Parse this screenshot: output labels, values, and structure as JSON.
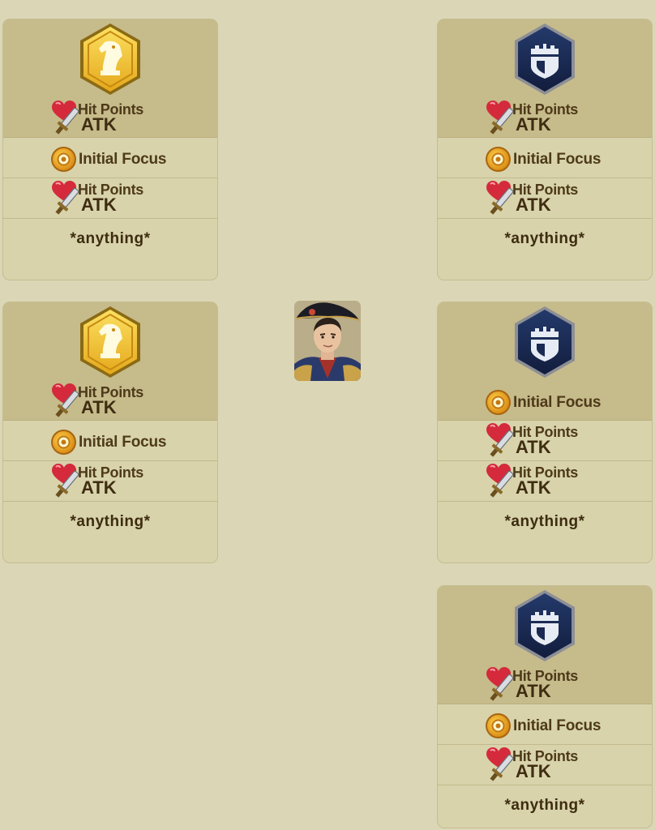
{
  "labels": {
    "hit_points": "Hit Points",
    "atk": "ATK",
    "initial_focus": "Initial Focus",
    "anything": "*anything*"
  },
  "icons": {
    "knight": "knight-chess-emblem-icon",
    "tower": "castle-shield-emblem-icon",
    "heart_sword": "heart-sword-icon",
    "focus": "focus-coin-icon",
    "hero": "napoleon-hero-portrait"
  },
  "colors": {
    "background": "#dbd7b6",
    "card": "#d8d3ab",
    "card_header": "#c6bb8a",
    "text": "#4e3a1a",
    "gold_emblem": "#f2c530",
    "navy_emblem": "#1a2a52"
  },
  "cards": [
    {
      "emblem": "knight",
      "rows": [
        "hp_atk",
        "focus",
        "hp_atk",
        "anything"
      ]
    },
    {
      "emblem": "tower",
      "rows": [
        "hp_atk",
        "focus",
        "hp_atk",
        "anything"
      ]
    },
    {
      "emblem": "knight",
      "rows": [
        "hp_atk",
        "focus",
        "hp_atk",
        "anything"
      ]
    },
    {
      "emblem": "tower",
      "rows": [
        "focus",
        "hp_atk",
        "hp_atk",
        "anything"
      ]
    },
    {
      "emblem": "tower",
      "rows": [
        "hp_atk",
        "focus",
        "hp_atk",
        "anything"
      ]
    }
  ]
}
